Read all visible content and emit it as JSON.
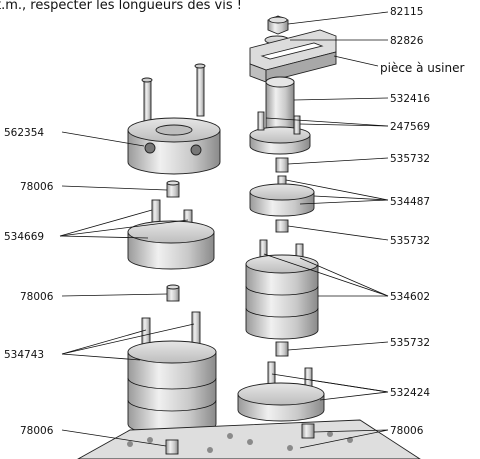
{
  "caption": "t.m., respecter les longueurs des vis !",
  "labels": {
    "l82115": "82115",
    "l82826": "82826",
    "piece": "pièce à usiner",
    "l532416": "532416",
    "l247569": "247569",
    "l562354": "562354",
    "l535732a": "535732",
    "l78006a": "78006",
    "l534487": "534487",
    "l534669": "534669",
    "l535732b": "535732",
    "l78006b": "78006",
    "l534602": "534602",
    "l534743": "534743",
    "l535732c": "535732",
    "l532424": "532424",
    "l78006c": "78006",
    "l78006d": "78006"
  },
  "colors": {
    "body": "#d7d7d7",
    "dark": "#8c8c8c",
    "light": "#f2f2f2",
    "line": "#111111"
  }
}
